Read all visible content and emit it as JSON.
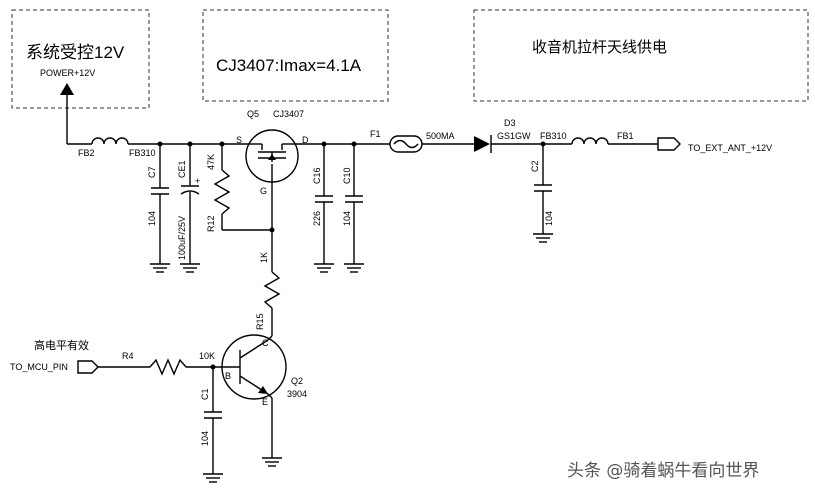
{
  "notes": {
    "box1_title": "系统受控12V",
    "box1_sub": "POWER+12V",
    "box2_title": "CJ3407:Imax=4.1A",
    "box3_title": "收音机拉杆天线供电",
    "high_level": "高电平有效"
  },
  "components": {
    "FB2": "FB2",
    "FB2_val": "FB310",
    "C7": "C7",
    "C7_val": "104",
    "CE1": "CE1",
    "CE1_val": "100uF/25V",
    "CE1_plus": "+",
    "R12_val": "47K",
    "R12": "R12",
    "Q5": "Q5",
    "Q5_val": "CJ3407",
    "S": "S",
    "D": "D",
    "G": "G",
    "C16": "C16",
    "C16_val": "226",
    "C10": "C10",
    "C10_val": "104",
    "F1": "F1",
    "F1_val": "500MA",
    "D3": "D3",
    "D3_val": "GS1GW",
    "FB310": "FB310",
    "FB1": "FB1",
    "C2": "C2",
    "C2_val": "104",
    "R15_val": "1K",
    "R15": "R15",
    "R4": "R4",
    "R4_val": "10K",
    "Q2": "Q2",
    "Q2_val": "3904",
    "B": "B",
    "C": "C",
    "E": "E",
    "C1": "C1",
    "C1_val": "104"
  },
  "ports": {
    "ant_out": "TO_EXT_ANT_+12V",
    "mcu_in": "TO_MCU_PIN"
  },
  "watermark": "头条 @骑着蜗牛看向世界"
}
